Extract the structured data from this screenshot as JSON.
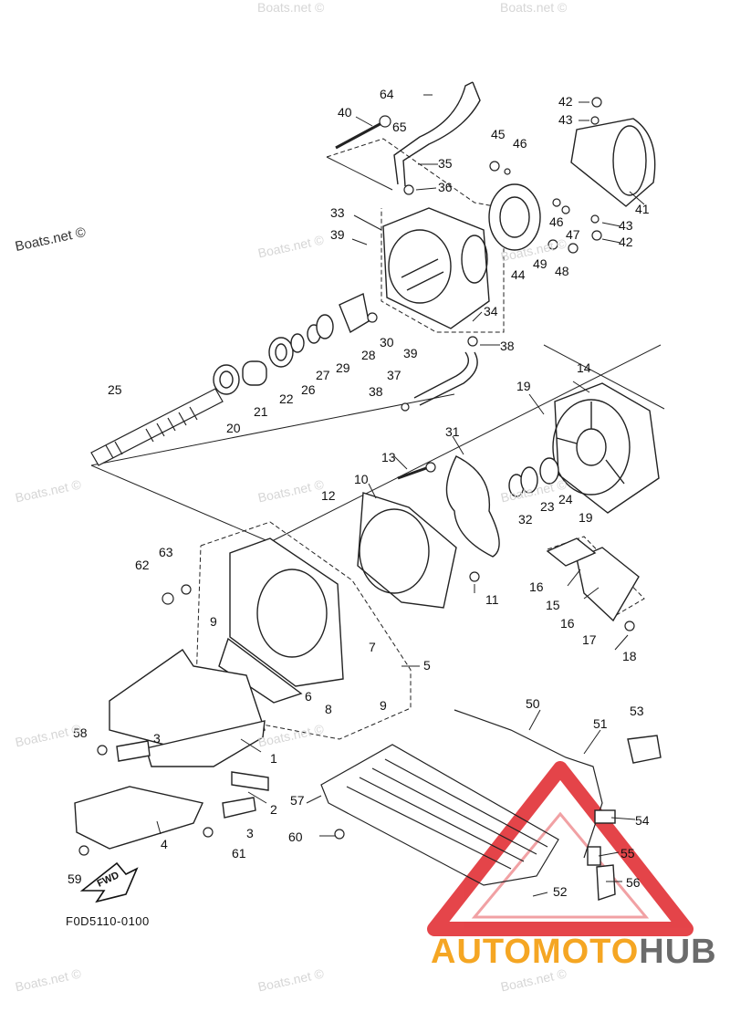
{
  "watermark": "Boats.net ©",
  "diagram_code": "F0D5110-0100",
  "fwd_label": "FWD",
  "brand": {
    "part1": "AUTO",
    "part2": "MOTO",
    "part3": "HUB",
    "accent": "#f5a623",
    "gray": "#6b6b6b",
    "red": "#e0242a"
  },
  "callouts": [
    "1",
    "2",
    "3",
    "3",
    "4",
    "5",
    "6",
    "7",
    "8",
    "9",
    "9",
    "10",
    "11",
    "12",
    "13",
    "14",
    "15",
    "16",
    "16",
    "17",
    "18",
    "19",
    "19",
    "20",
    "21",
    "22",
    "23",
    "24",
    "25",
    "26",
    "27",
    "28",
    "29",
    "30",
    "31",
    "32",
    "33",
    "34",
    "35",
    "36",
    "37",
    "38",
    "38",
    "39",
    "39",
    "40",
    "41",
    "42",
    "42",
    "43",
    "43",
    "44",
    "45",
    "46",
    "46",
    "47",
    "48",
    "49",
    "50",
    "51",
    "52",
    "53",
    "54",
    "55",
    "56",
    "57",
    "58",
    "59",
    "60",
    "61",
    "62",
    "63",
    "64",
    "65"
  ]
}
